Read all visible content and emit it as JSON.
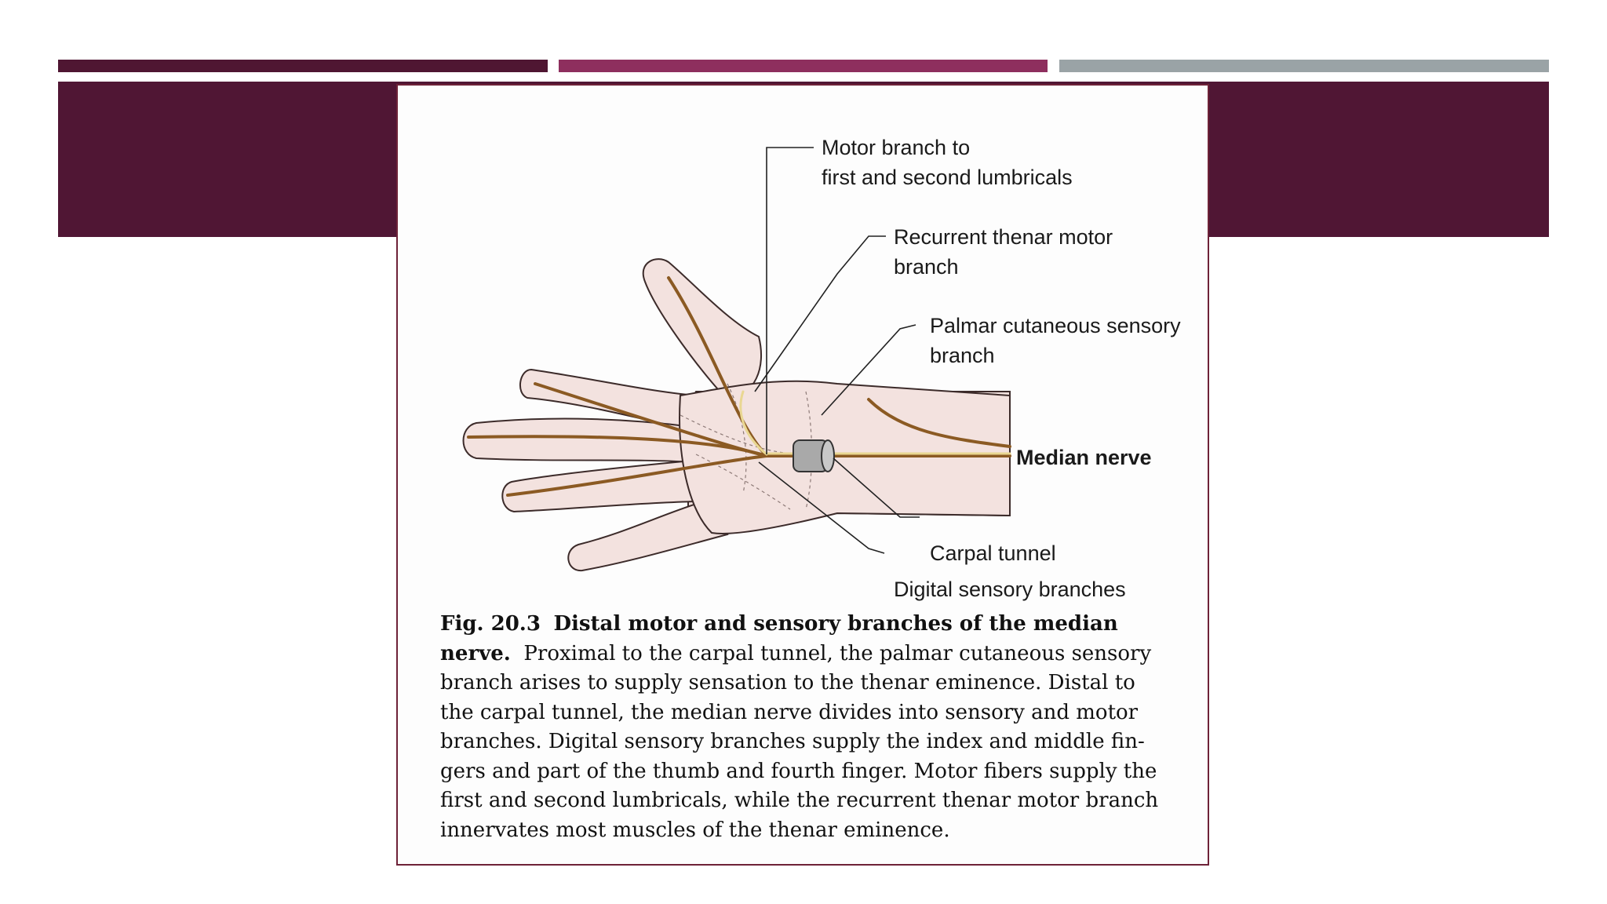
{
  "colors": {
    "accent_dark": "#4f1632",
    "accent_mid": "#8e2f5e",
    "accent_gray": "#9aa3a6",
    "banner": "#501634",
    "panel_border": "#6e2238",
    "skin": "#f3e2df",
    "skin_outline": "#3c2b2a",
    "nerve": "#8b5a23",
    "nerve_light": "#e9d792"
  },
  "figure": {
    "labels": {
      "motor_branch_line1": "Motor branch to",
      "motor_branch_line2": "first and second lumbricals",
      "recurrent_line1": "Recurrent thenar motor",
      "recurrent_line2": "branch",
      "palmar_line1": "Palmar cutaneous sensory",
      "palmar_line2": "branch",
      "median_nerve": "Median nerve",
      "carpal_tunnel": "Carpal tunnel",
      "digital_sensory": "Digital sensory branches"
    },
    "caption": {
      "fig_number": "Fig. 20.3",
      "title_line1": "Distal motor and sensory branches of the median",
      "title_line2": "nerve.",
      "body_line1": "Proximal to the carpal tunnel, the palmar cutaneous sensory",
      "body_line2": "branch arises to supply sensation to the thenar eminence. Distal to",
      "body_line3": "the carpal tunnel, the median nerve divides into sensory and motor",
      "body_line4": "branches. Digital sensory branches supply the index and middle fin-",
      "body_line5": "gers and part of the thumb and fourth finger. Motor fibers supply the",
      "body_line6": "first and second lumbricals, while the recurrent thenar motor branch",
      "body_line7": "innervates most muscles of the thenar eminence."
    }
  }
}
